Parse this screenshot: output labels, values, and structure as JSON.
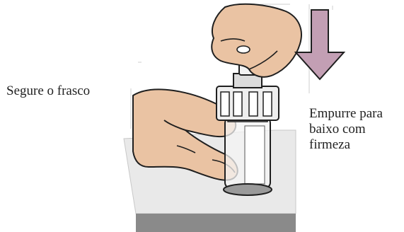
{
  "instruction_left": "Segure o frasco",
  "instruction_right": {
    "line1": "Empurre para",
    "line2": "baixo com",
    "line3": "firmeza"
  },
  "icons": [
    "hand-pressing-adapter-icon",
    "hand-holding-vial-icon",
    "vial-icon",
    "vial-adapter-icon",
    "down-arrow-icon"
  ],
  "colors": {
    "arrow_fill": "#c39fb4",
    "skin": "#eac3a3",
    "table_top": "#e9e9e9",
    "table_front": "#8a8a8a",
    "outline": "#1f1f1f"
  }
}
